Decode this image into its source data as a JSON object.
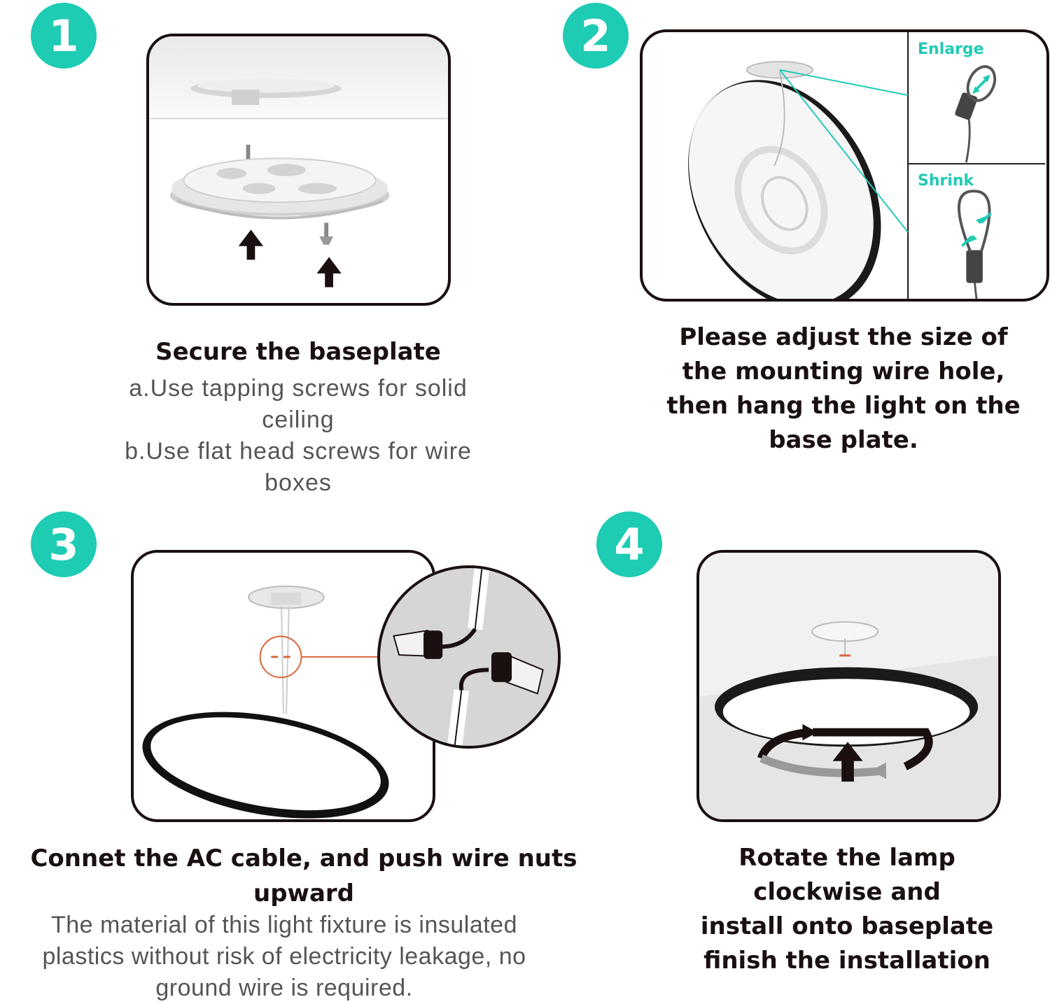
{
  "accent_color": "#1ecbb3",
  "steps": [
    {
      "number": "1",
      "title": "Secure the baseplate",
      "lines": [
        "a.Use tapping screws for solid",
        "ceiling",
        "b.Use flat head screws for wire",
        "boxes"
      ]
    },
    {
      "number": "2",
      "title_lines": [
        "Please adjust the size of",
        "the mounting wire hole,",
        "then hang the light on the",
        "base plate."
      ],
      "enlarge_label": "Enlarge",
      "shrink_label": "Shrink"
    },
    {
      "number": "3",
      "title_lines": [
        "Connet the AC cable, and push wire nuts",
        "upward"
      ],
      "lines": [
        "The material of this light fixture is insulated",
        "plastics without risk of electricity leakage, no",
        "ground wire is required."
      ]
    },
    {
      "number": "4",
      "title_lines": [
        "Rotate the lamp",
        "clockwise and",
        "install onto baseplate",
        "finish the installation"
      ]
    }
  ]
}
